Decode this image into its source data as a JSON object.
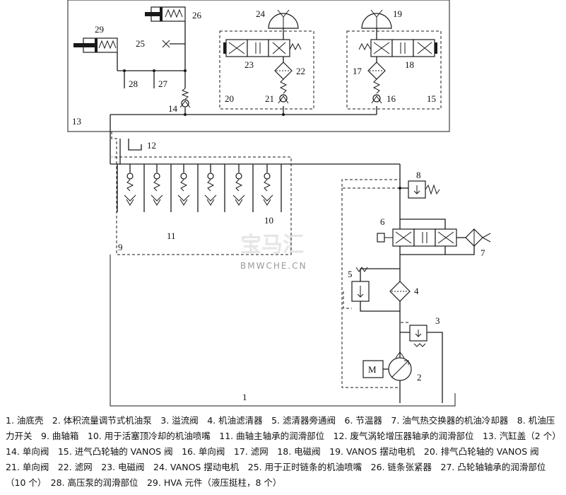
{
  "labels": {
    "l1": "1",
    "l2": "2",
    "l3": "3",
    "l4": "4",
    "l5": "5",
    "l6": "6",
    "l7": "7",
    "l8": "8",
    "l9": "9",
    "l10": "10",
    "l11": "11",
    "l12": "12",
    "l13": "13",
    "l14": "14",
    "l15": "15",
    "l16": "16",
    "l17": "17",
    "l18": "18",
    "l19": "19",
    "l20": "20",
    "l21": "21",
    "l22": "22",
    "l23": "23",
    "l24": "24",
    "l25": "25",
    "l26": "26",
    "l27": "27",
    "l28": "28",
    "l29": "29"
  },
  "watermark": {
    "logo": "宝马汇",
    "site": "BMWCHE.CN"
  },
  "caption": "1. 油底壳　2. 体积流量调节式机油泵　3. 溢流阀　4. 机油滤清器　5. 滤清器旁通阀　6. 节温器　7. 油气热交换器的机油冷却器　8. 机油压力开关　9. 曲轴箱　10. 用于活塞顶冷却的机油喷嘴　11. 曲轴主轴承的润滑部位　12. 废气涡轮增压器轴承的润滑部位　13. 汽缸盖（2 个）　14. 单向阀　15. 进气凸轮轴的 VANOS 阀　16. 单向阀　17. 滤网　18. 电磁阀　19. VANOS 摆动电机　20. 排气凸轮轴的 VANOS 阀　21. 单向阀　22. 滤网　23. 电磁阀　24. VANOS 摆动电机　25. 用于正时链条的机油喷嘴　26. 链条张紧器　27. 凸轮轴轴承的润滑部位（10 个）　28. 高压泵的润滑部位　29. HVA 元件（液压挺柱，8 个）"
}
